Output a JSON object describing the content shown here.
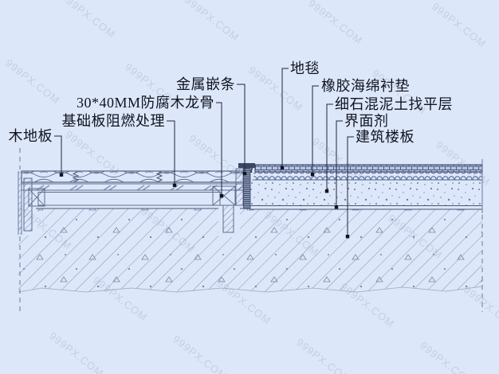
{
  "watermark": {
    "text": "999PX.COM"
  },
  "drawing": {
    "type": "floor-construction-detail-section",
    "labels": {
      "metal_strip": "金属嵌条",
      "wood_joist": "30*40MM防腐木龙骨",
      "base_board": "基础板阻燃处理",
      "wood_floor": "木地板",
      "carpet": "地毯",
      "rubber_sponge_pad": "橡胶海绵衬垫",
      "concrete_leveling": "细石混泥土找平层",
      "interface_agent": "界面剂",
      "building_slab": "建筑楼板"
    },
    "colors": {
      "background": "#dce7f9",
      "line": "#5d6c8e",
      "dark_line": "#2e3a58",
      "text": "#10131f"
    }
  }
}
